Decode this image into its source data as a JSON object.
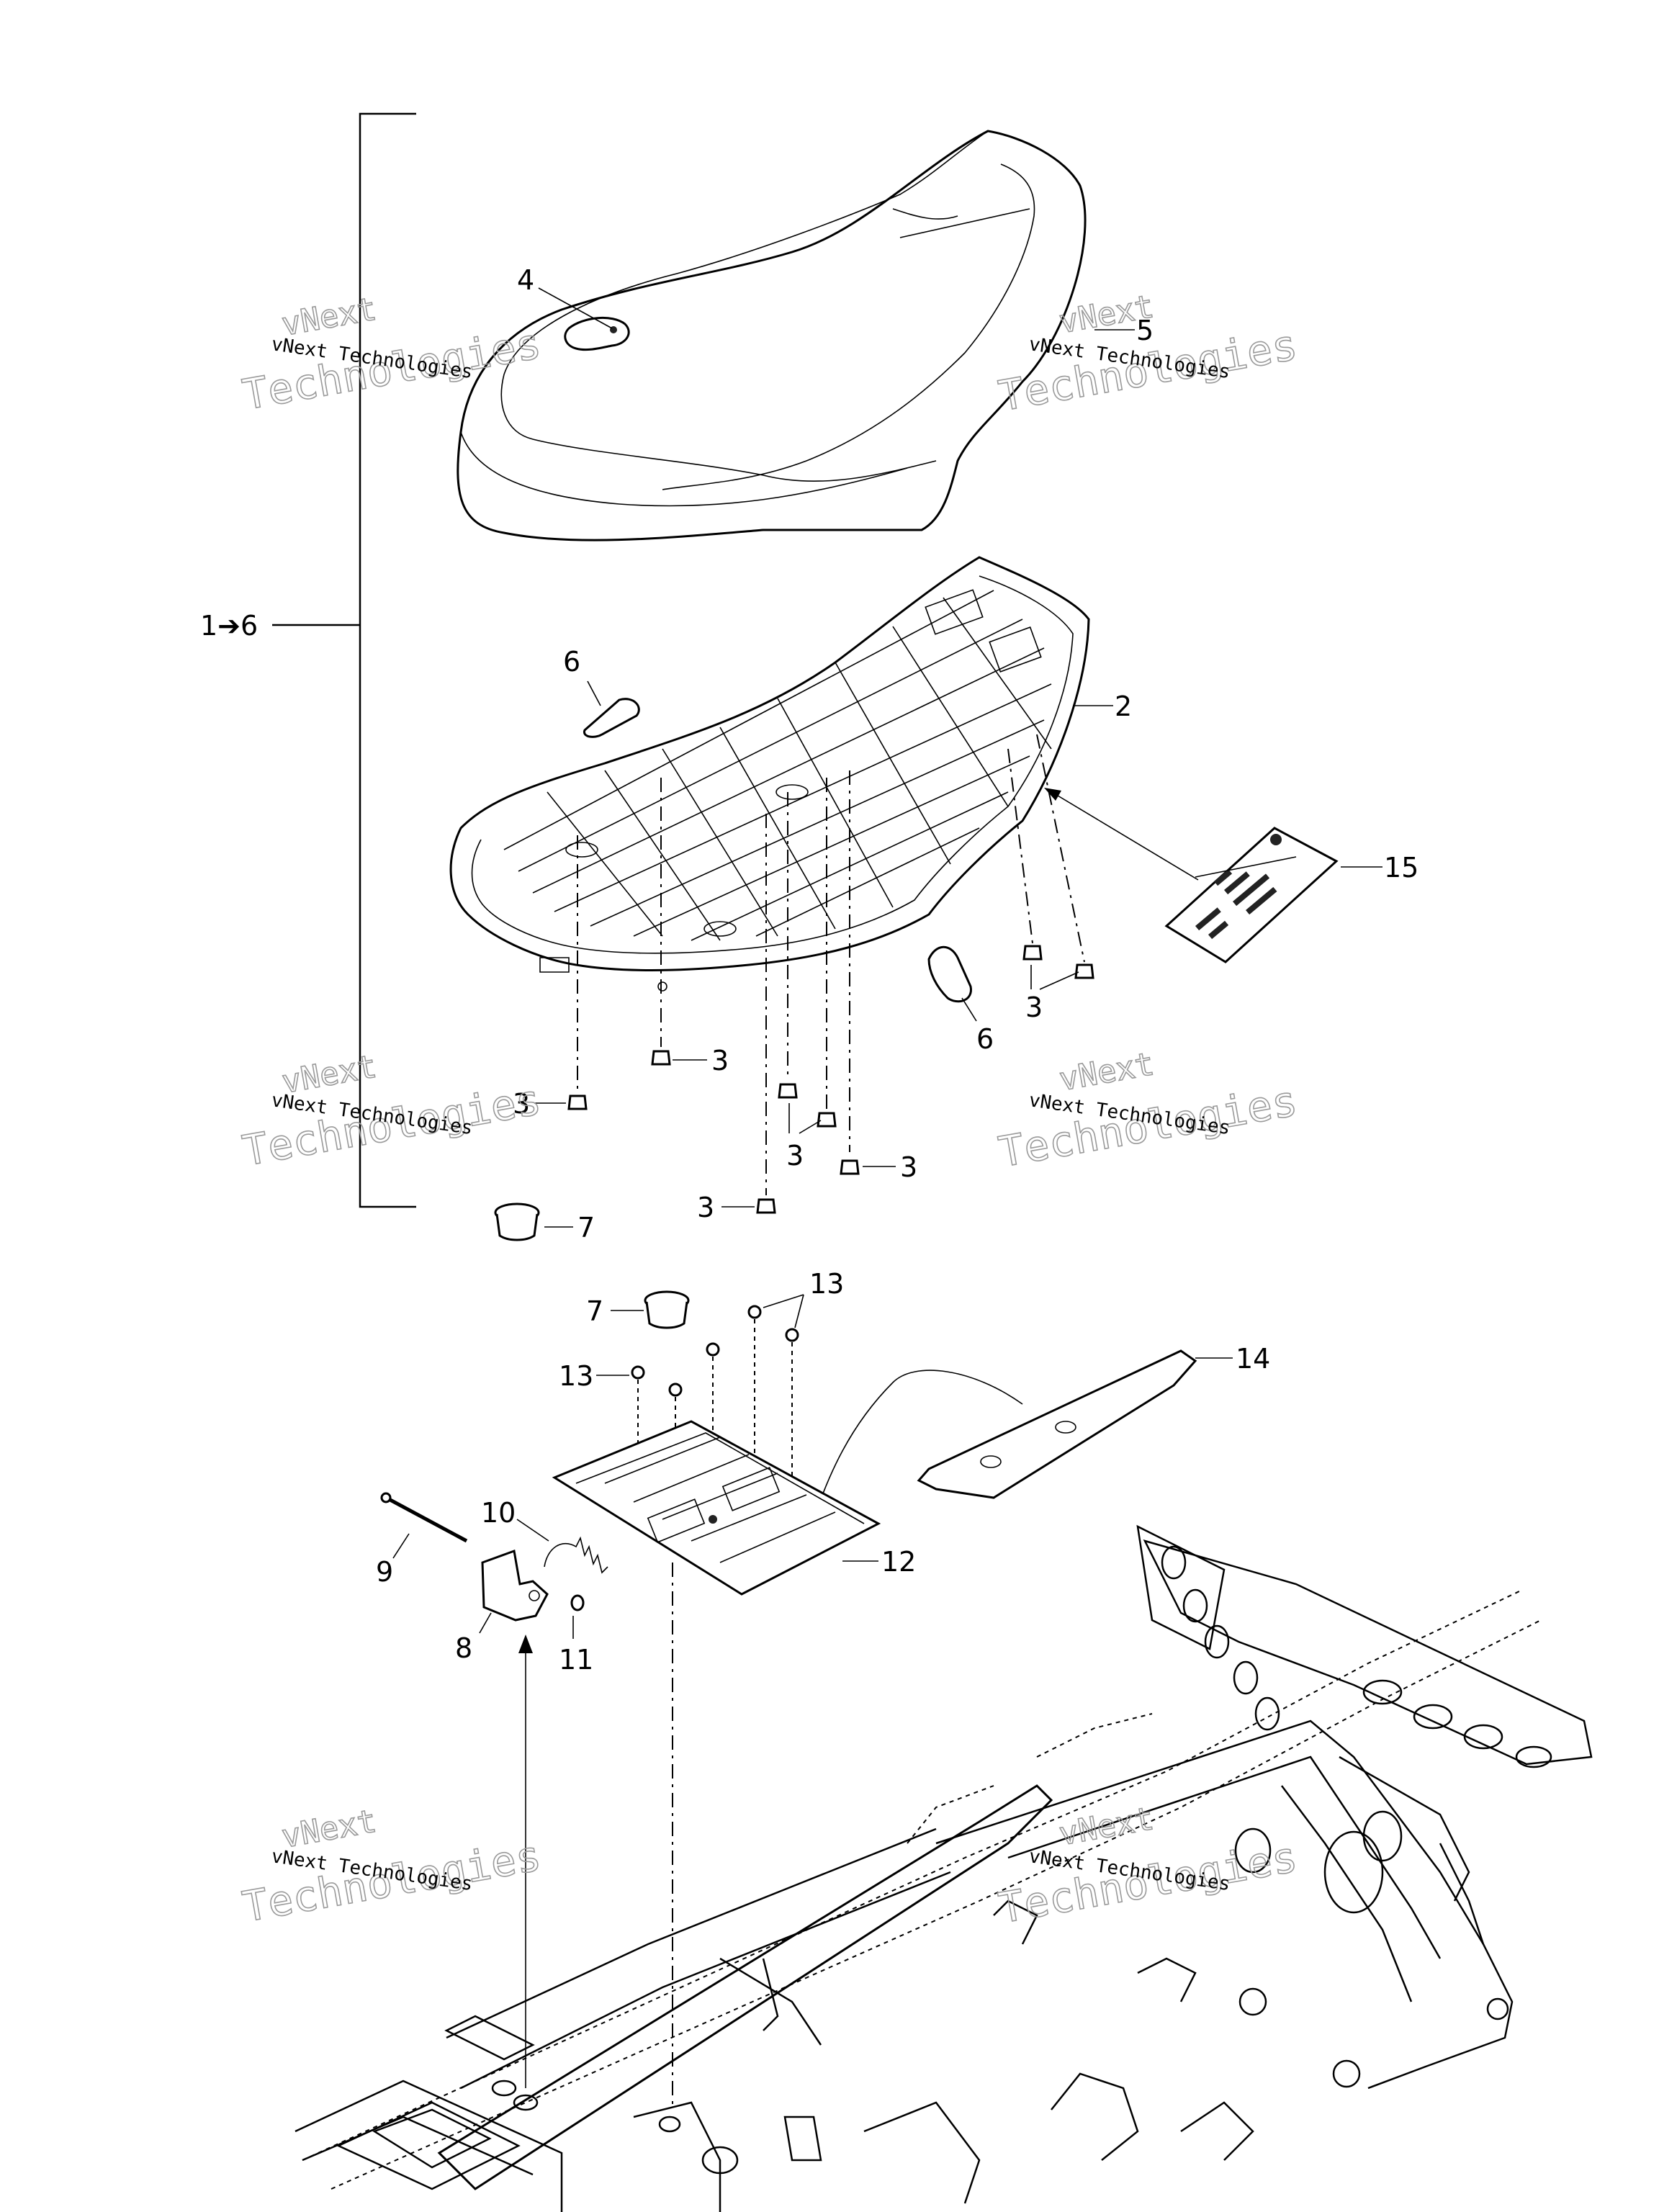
{
  "diagram": {
    "callouts": {
      "group": "1➔6",
      "seat_base": "2",
      "bumper": "3",
      "emblem": "4",
      "seat_cover": "5",
      "clip": "6",
      "grommet": "7",
      "latch": "8",
      "rod": "9",
      "spring": "10",
      "push_nut": "11",
      "support_plate": "12",
      "screw": "13",
      "strip": "14",
      "label_decal": "15"
    },
    "watermark": {
      "line1": "vNext Technologies",
      "outline": "vNext",
      "outline2": "Technologies"
    },
    "icons": [
      "seat-cover-icon",
      "seat-base-icon",
      "frame-icon",
      "label-decal-icon"
    ]
  }
}
